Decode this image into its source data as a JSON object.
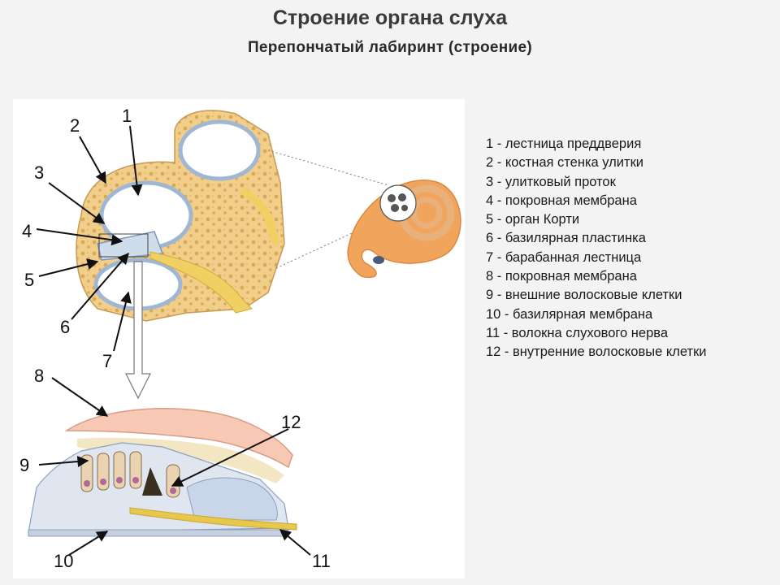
{
  "title": "Строение органа слуха",
  "subtitle": "Перепончатый лабиринт (строение)",
  "diagram": {
    "callouts": [
      "1",
      "2",
      "3",
      "4",
      "5",
      "6",
      "7",
      "8",
      "9",
      "10",
      "11",
      "12"
    ]
  },
  "legend": [
    "1 - лестница преддверия",
    "2 - костная стенка улитки",
    "3 - улитковый проток",
    "4 - покровная мембрана",
    "5 - орган Корти",
    "6 - базилярная пластинка",
    "7 - барабанная лестница",
    "8 - покровная мембрана",
    "9 - внешние волосковые клетки",
    "10 - базилярная мембрана",
    "11 - волокна слухового нерва",
    "12 - внутренние волосковые клетки"
  ]
}
